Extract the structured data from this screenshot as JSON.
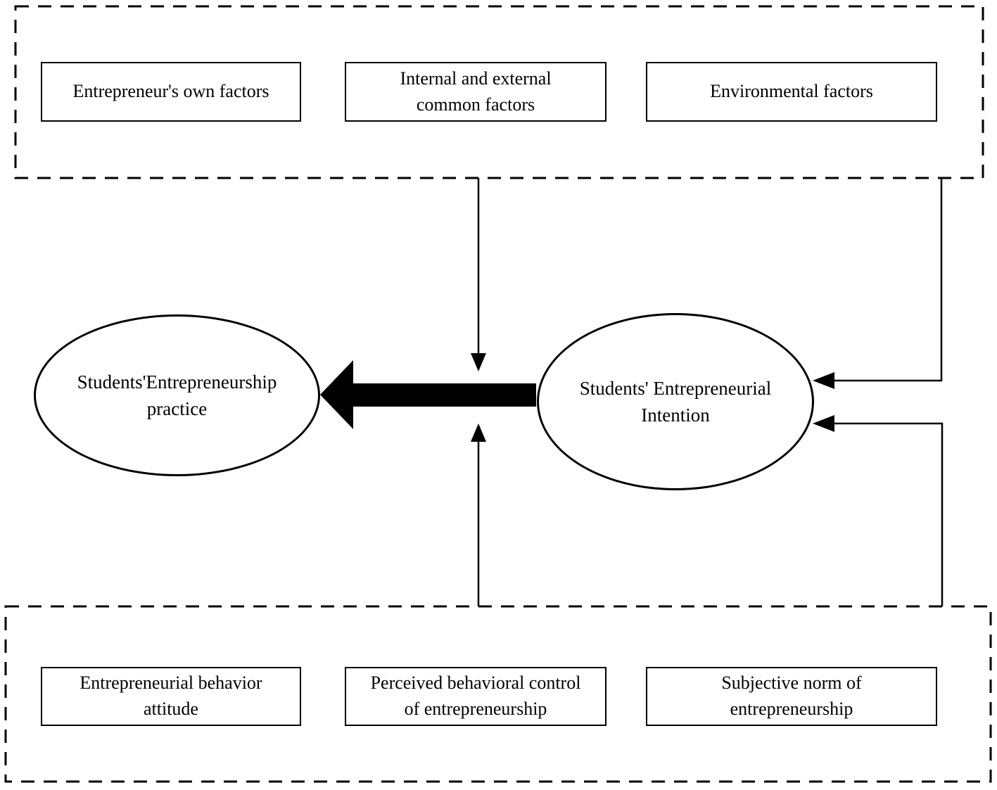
{
  "diagram": {
    "top_group": {
      "name": "antecedent-factors-group",
      "boxes": [
        {
          "label": "Entrepreneur's own factors"
        },
        {
          "label": "Internal and external\ncommon factors"
        },
        {
          "label": "Environmental factors"
        }
      ]
    },
    "center": {
      "practice_ellipse_label": "Students'Entrepreneurship\npractice",
      "intention_ellipse_label": "Students' Entrepreneurial\nIntention"
    },
    "bottom_group": {
      "name": "theory-of-planned-behavior-group",
      "boxes": [
        {
          "label": "Entrepreneurial behavior\nattitude"
        },
        {
          "label": "Perceived behavioral control\nof entrepreneurship"
        },
        {
          "label": "Subjective norm of\nentrepreneurship"
        }
      ]
    },
    "connectors": [
      {
        "name": "thick-arrow-intention-to-practice"
      },
      {
        "name": "arrow-top-factors-down"
      },
      {
        "name": "arrow-bottom-factors-up"
      },
      {
        "name": "arrow-environmental-to-intention"
      },
      {
        "name": "arrow-subjective-norm-to-intention"
      }
    ],
    "colors": {
      "line": "#000000",
      "background": "#ffffff"
    }
  }
}
